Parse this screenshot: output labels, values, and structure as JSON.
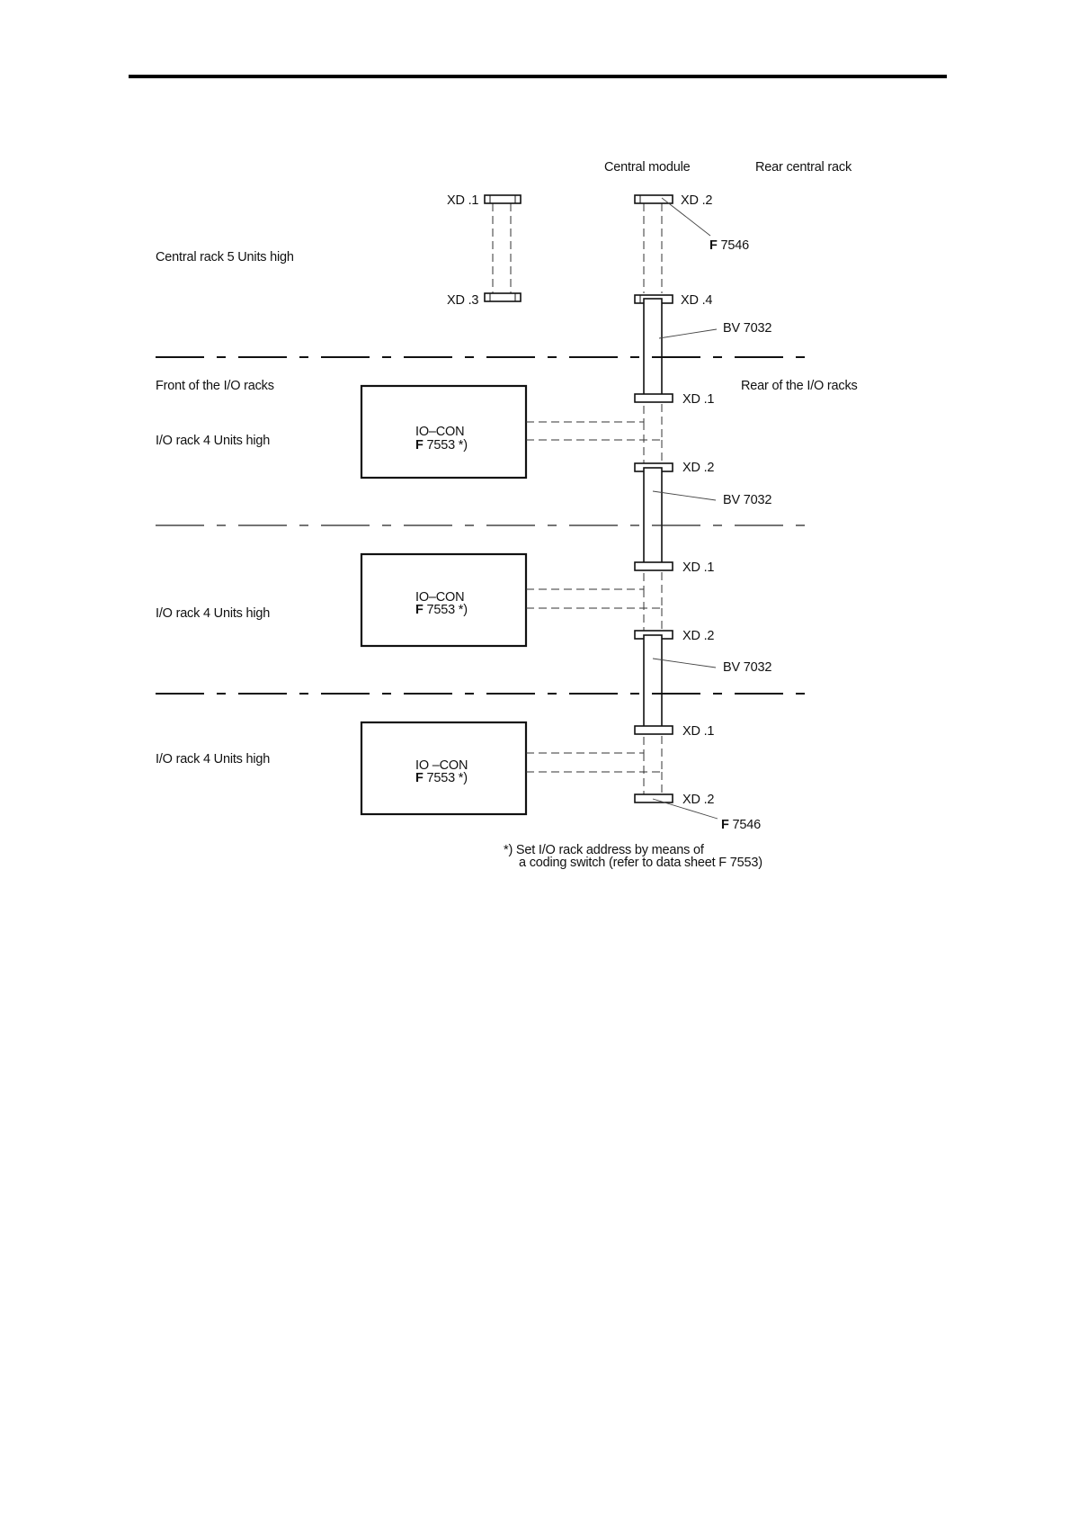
{
  "header_rule_color": "#000000",
  "top_labels": {
    "central_module": "Central module",
    "rear_central_rack": "Rear central rack"
  },
  "central_rack": {
    "label": "Central rack 5 Units high",
    "xd1": "XD .1",
    "xd2": "XD .2",
    "xd3": "XD .3",
    "xd4": "XD .4",
    "f7546_prefix": "F",
    "f7546_num": "7546",
    "bv7032": "BV 7032"
  },
  "io_section": {
    "front_label": "Front of the I/O racks",
    "rear_label": "Rear of the I/O racks"
  },
  "io_racks": [
    {
      "label": "I/O rack  4 Units high",
      "module_line1": "IO–CON",
      "module_line2_prefix": "F",
      "module_line2": "7553  *)",
      "xd_top": "XD .1",
      "xd_bottom": "XD .2",
      "bv": "BV 7032"
    },
    {
      "label": "I/O rack  4 Units high",
      "module_line1": "IO–CON",
      "module_line2_prefix": "F",
      "module_line2": "7553  *)",
      "xd_top": "XD .1",
      "xd_bottom": "XD .2",
      "bv": "BV 7032"
    },
    {
      "label": "I/O rack  4 Units high",
      "module_line1": "IO –CON",
      "module_line2_prefix": "F",
      "module_line2": "7553  *)",
      "xd_top": "XD .1",
      "xd_bottom": "XD .2",
      "terminator_prefix": "F",
      "terminator": "7546"
    }
  ],
  "footnote": {
    "line1": "*) Set I/O rack address by means of",
    "line2": "a coding switch (refer to data sheet F 7553)"
  }
}
